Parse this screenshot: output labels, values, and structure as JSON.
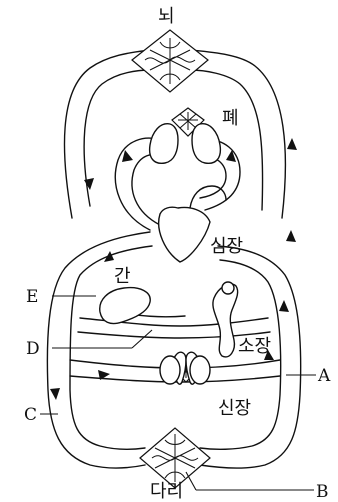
{
  "organs": {
    "brain": "뇌",
    "lung": "폐",
    "heart": "심장",
    "liver": "간",
    "small_intestine": "소장",
    "kidney": "신장",
    "legs": "다리"
  },
  "vessel_labels": {
    "A": "A",
    "B": "B",
    "C": "C",
    "D": "D",
    "E": "E"
  }
}
